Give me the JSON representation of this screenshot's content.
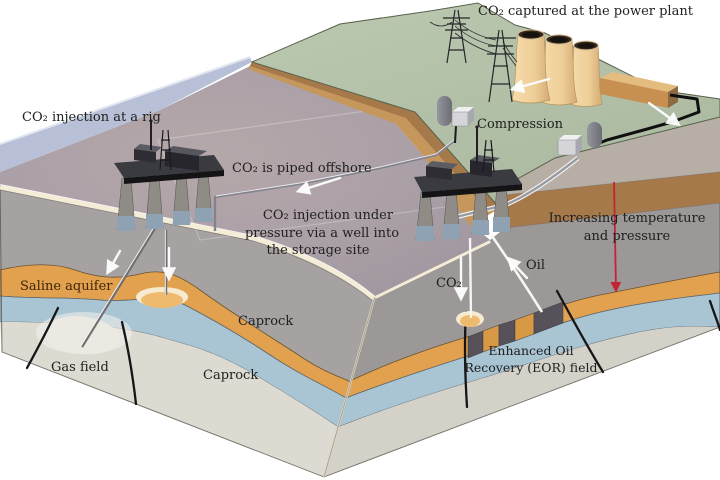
{
  "diagram_title": "CO2 capture and offshore geological storage diagram",
  "labels": {
    "power_plant_capture": "CO₂ captured at the power plant",
    "rig_injection": "CO₂ injection at a rig",
    "compression": "Compression",
    "piped_offshore": "CO₂ is piped offshore",
    "injection_line1": "CO₂ injection under",
    "injection_line2": "pressure via a well into",
    "injection_line3": "the storage site",
    "temp_line1": "Increasing temperature",
    "temp_line2": "and pressure",
    "saline_aquifer": "Saline aquifer",
    "caprock_upper": "Caprock",
    "caprock_lower": "Caprock",
    "gas_field": "Gas field",
    "co2_well": "CO₂",
    "oil_well": "Oil",
    "eor_line1": "Enhanced Oil",
    "eor_line2": "Recovery (EOR) field"
  },
  "icons": {
    "flow_arrow": "white-arrow",
    "temperature_arrow": "red-down-arrow",
    "cooling_towers": "power-plant",
    "pylon": "transmission-tower",
    "dome_unit": "compression-dome"
  },
  "colors": {
    "sea": "#aaa0a6",
    "shoreline": "#b8c0d7",
    "land_green": "#b5c3aa",
    "soil_brown": "#a6794a",
    "soil_tan": "#c5975c",
    "coast_gray_band": "#b7afa6",
    "seafloor_cream": "#f4ecd6",
    "rock_gray_left": "#a5a2a1",
    "rock_gray_right": "#9b9897",
    "aquifer_orange": "#e2a14f",
    "caprock_blue": "#a9c4d3",
    "basement_gray": "#dcdad1",
    "basement_gray_right": "#d3d1c8",
    "eor_dark": "#57525a",
    "eor_orange": "#d89947",
    "gas_field_fill": "#ebe9e1",
    "red_arrow": "#c32433",
    "rig_dark": "#2b2b30",
    "tower_tan": "#efce97",
    "building_tan": "#c89050"
  }
}
